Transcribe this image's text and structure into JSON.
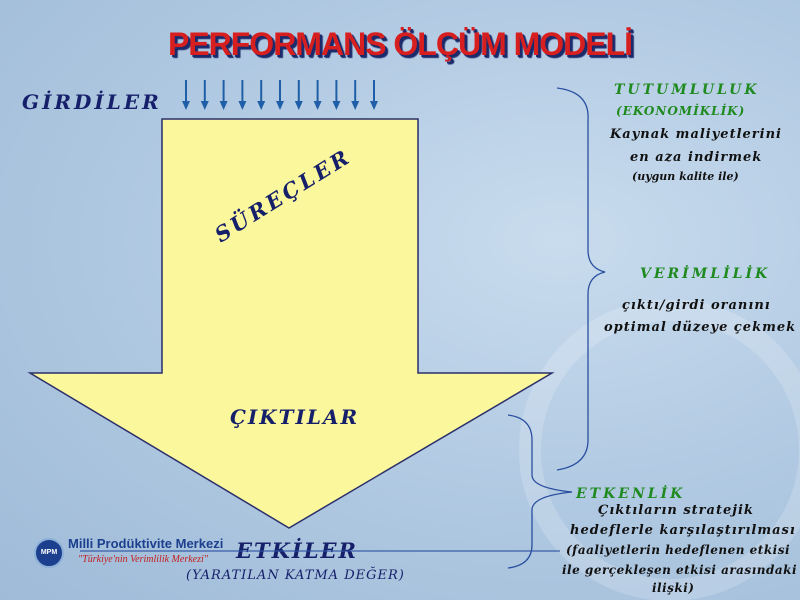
{
  "title": "PERFORMANS ÖLÇÜM MODELİ",
  "flow": {
    "inputs": "GİRDİLER",
    "processes": "SÜREÇLER",
    "outputs": "ÇIKTILAR",
    "impacts": "ETKİLER",
    "impacts_note": "(YARATILAN KATMA DEĞER)"
  },
  "dimensions": {
    "economy": {
      "title": "TUTUMLULUK",
      "subtitle": "(EKONOMİKLİK)",
      "lines": [
        "Kaynak maliyetlerini",
        "en aza indirmek",
        "(uygun kalite ile)"
      ]
    },
    "efficiency": {
      "title": "VERİMLİLİK",
      "lines": [
        "çıktı/girdi oranını",
        "optimal düzeye çekmek"
      ]
    },
    "effectiveness": {
      "title": "ETKENLİK",
      "lines": [
        "Çıktıların stratejik",
        "hedeflerle karşılaştırılması",
        "(faaliyetlerin hedeflenen etkisi",
        "ile gerçekleşen etkisi arasındaki",
        "ilişki)"
      ]
    }
  },
  "footer": {
    "logo_text": "MPM",
    "org_name": "Milli Prodüktivite Merkezi",
    "slogan": "\"Türkiye'nin Verimlilik Merkezi\""
  },
  "colors": {
    "title": "#d81f1f",
    "arrow_fill": "#fbf79c",
    "text_navy": "#16206a",
    "accent_green": "#1f8a1f",
    "input_arrows": "#1f5fa8"
  }
}
